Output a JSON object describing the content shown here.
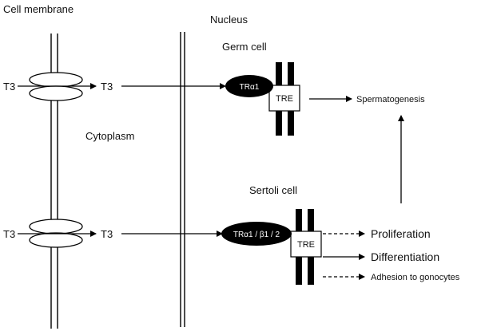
{
  "labels": {
    "cell_membrane": "Cell membrane",
    "nucleus": "Nucleus",
    "cytoplasm": "Cytoplasm",
    "germ_cell": "Germ cell",
    "sertoli_cell": "Sertoli cell",
    "t3": "T3",
    "tr_alpha1": "TRα1",
    "tr_alpha1_beta": "TRα1 / β1 / 2",
    "tre": "TRE",
    "spermatogenesis": "Spermatogenesis",
    "proliferation": "Proliferation",
    "differentiation": "Differentiation",
    "adhesion": "Adhesion to gonocytes"
  }
}
